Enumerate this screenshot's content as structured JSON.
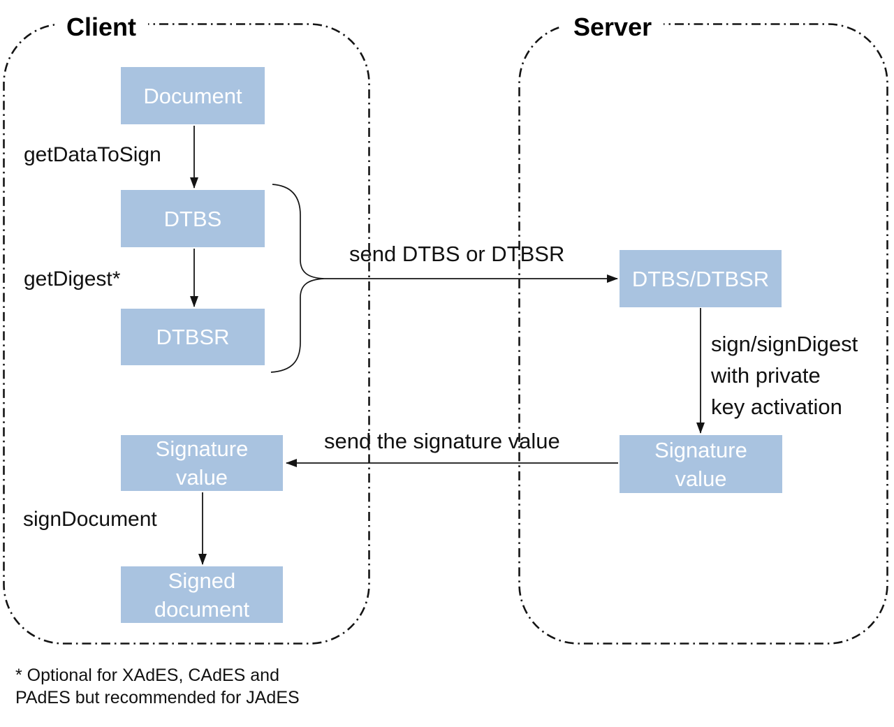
{
  "client": {
    "title": "Client",
    "boxes": {
      "document": "Document",
      "dtbs": "DTBS",
      "dtbsr": "DTBSR",
      "signature_value": "Signature\nvalue",
      "signed_document": "Signed\ndocument"
    },
    "labels": {
      "get_data_to_sign": "getDataToSign",
      "get_digest": "getDigest*",
      "sign_document": "signDocument"
    }
  },
  "server": {
    "title": "Server",
    "boxes": {
      "dtbs_dtbsr": "DTBS/DTBSR",
      "signature_value": "Signature\nvalue"
    },
    "labels": {
      "sign_with_key": "sign/signDigest\nwith private\nkey activation"
    }
  },
  "messages": {
    "send_dtbs": "send DTBS or DTBSR",
    "send_signature_value": "send the signature value"
  },
  "footnote": "* Optional for XAdES, CAdES and\nPAdES but recommended for JAdES",
  "colors": {
    "box_fill": "#a9c3e0",
    "box_text": "#ffffff",
    "line_color": "#141414"
  }
}
